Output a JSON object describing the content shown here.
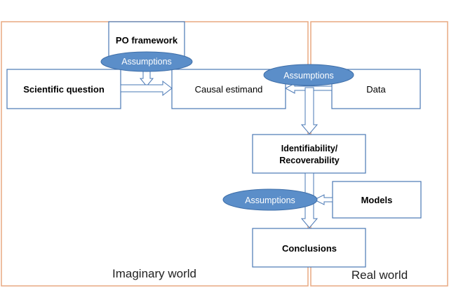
{
  "regions": {
    "imaginary": "Imaginary world",
    "real": "Real world"
  },
  "boxes": {
    "po_framework": "PO framework",
    "scientific_question": "Scientific question",
    "causal_estimand": "Causal estimand",
    "data": "Data",
    "identifiability_line1": "Identifiability/",
    "identifiability_line2": "Recoverability",
    "models": "Models",
    "conclusions": "Conclusions"
  },
  "assumptions": {
    "a1": "Assumptions",
    "a2": "Assumptions",
    "a3": "Assumptions"
  },
  "colors": {
    "region_border": "#e8a880",
    "box_border": "#4a78b5",
    "ellipse_fill": "#5b8ec9",
    "arrow_stroke": "#4a78b5"
  }
}
